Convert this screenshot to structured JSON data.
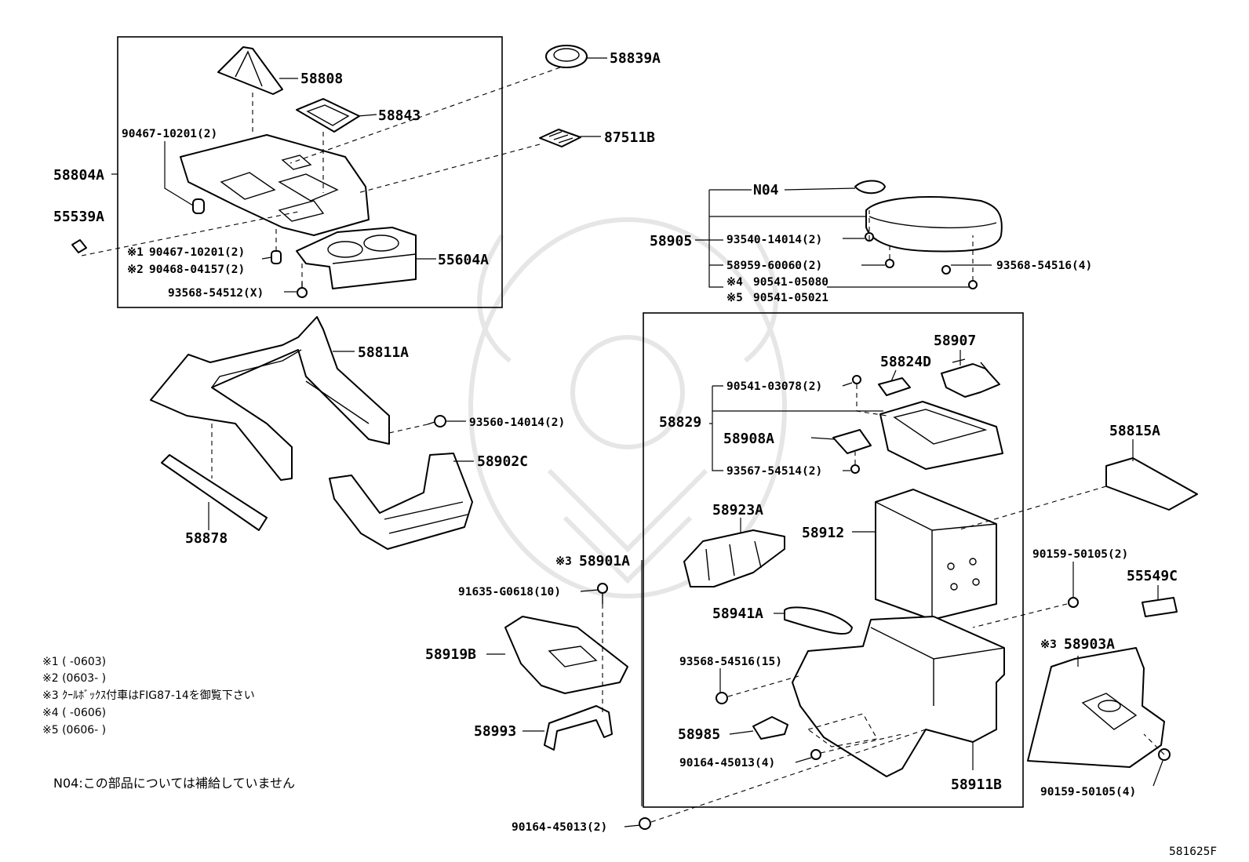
{
  "diagram_id": "581625F",
  "parts": {
    "p58808": "58808",
    "p58839A": "58839A",
    "p58843": "58843",
    "p87511B": "87511B",
    "p58804A": "58804A",
    "p55539A": "55539A",
    "p55604A": "55604A",
    "p90467_10201": "90467-10201(2)",
    "p90467_10201_n1": "90467-10201(2)",
    "p90468_04157": "90468-04157(2)",
    "p93568_54512": "93568-54512(X)",
    "p58811A": "58811A",
    "p93560_14014": "93560-14014(2)",
    "p58902C": "58902C",
    "p58878": "58878",
    "pN04": "N04",
    "p58905": "58905",
    "p93540_14014": "93540-14014(2)",
    "p58959_60060": "58959-60060(2)",
    "p93568_54516_4": "93568-54516(4)",
    "p90541_05080": "90541-05080",
    "p90541_05021": "90541-05021",
    "p58907": "58907",
    "p58824D": "58824D",
    "p90541_03078": "90541-03078(2)",
    "p58829": "58829",
    "p58908A": "58908A",
    "p93567_54514": "93567-54514(2)",
    "p58815A": "58815A",
    "p58923A": "58923A",
    "p58912": "58912",
    "p58901A": "58901A",
    "p91635_G0618": "91635-G0618(10)",
    "p90159_50105_2": "90159-50105(2)",
    "p55549C": "55549C",
    "p58941A": "58941A",
    "p58919B": "58919B",
    "p93568_54516_15": "93568-54516(15)",
    "p58903A": "58903A",
    "p58985": "58985",
    "p58993": "58993",
    "p90164_45013_4": "90164-45013(4)",
    "p58911B": "58911B",
    "p90159_50105_4": "90159-50105(4)",
    "p90164_45013_2": "90164-45013(2)"
  },
  "marks": {
    "m1": "※1",
    "m2": "※2",
    "m3": "※3",
    "m4": "※4",
    "m5": "※5"
  },
  "notes": {
    "n1": "※1  (      -0603)",
    "n2": "※2  (0603-      )",
    "n3": "※3 ｸｰﾙﾎﾞｯｸｽ付車はFIG87-14を御覧下さい",
    "n4": "※4  (      -0606)",
    "n5": "※5  (0606-      )",
    "n04": "N04:この部品については補給していません"
  }
}
